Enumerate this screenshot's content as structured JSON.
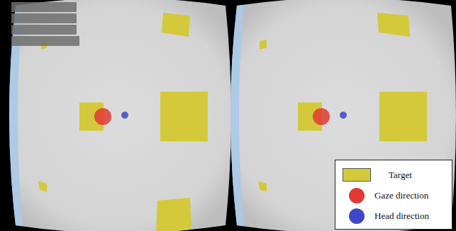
{
  "diagram": {
    "legend": [
      {
        "text": "Target",
        "color": "#d3c93b"
      },
      {
        "text": "Gaze direction",
        "color": "#e23a33"
      },
      {
        "text": "Head direction",
        "color": "#3d47c9"
      }
    ]
  }
}
